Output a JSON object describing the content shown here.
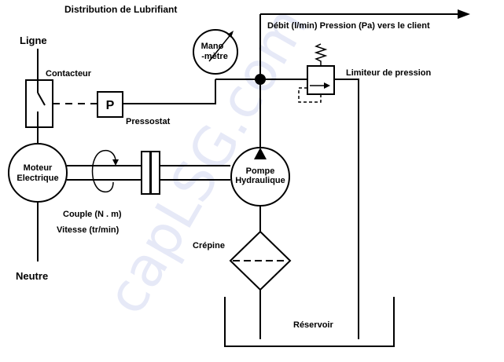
{
  "diagram": {
    "title": "Distribution de Lubrifiant",
    "labels": {
      "ligne": "Ligne",
      "neutre": "Neutre",
      "contacteur": "Contacteur",
      "pressostat_symbol": "P",
      "pressostat": "Pressostat",
      "mano_line1": "Mano",
      "mano_line2": "-mètre",
      "moteur_line1": "Moteur",
      "moteur_line2": "Electrique",
      "couple": "Couple (N . m)",
      "vitesse": "Vitesse (tr/min)",
      "pompe_line1": "Pompe",
      "pompe_line2": "Hydraulique",
      "crepine": "Crépine",
      "reservoir": "Réservoir",
      "limiteur": "Limiteur de pression",
      "debit": "Débit (l/min) Pression (Pa) vers le client"
    },
    "watermark": "capLSG.com"
  }
}
